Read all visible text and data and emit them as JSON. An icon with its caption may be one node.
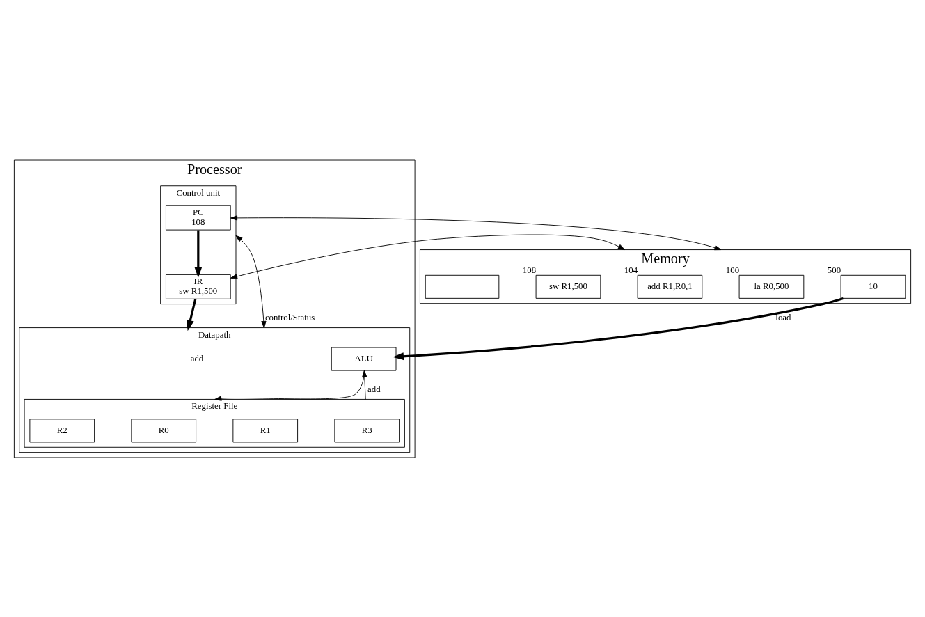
{
  "diagram": {
    "nodes": [
      {
        "text": [
          "Processor"
        ]
      },
      {
        "text": [
          "Control unit"
        ],
        "in": 0
      },
      {
        "text": [
          "PC",
          "108"
        ],
        "in": 1
      },
      {
        "text": [
          "IR",
          "sw R1,500"
        ],
        "in": 1
      },
      {
        "text": [
          "Datapath"
        ],
        "in": 0
      },
      {
        "text": [
          "ALU"
        ],
        "in": 4
      },
      {
        "text": [
          "Register File"
        ],
        "in": 4
      },
      {
        "text": [
          "R0"
        ],
        "in": 6
      },
      {
        "text": [
          "R1"
        ],
        "in": 6
      },
      {
        "text": [
          "R2"
        ],
        "in": 6
      },
      {
        "text": [
          "R3"
        ],
        "in": 6
      },
      {
        "text": [
          "Memory"
        ]
      },
      {
        "text": [
          "la R0,500"
        ],
        "beside": [
          "100"
        ],
        "in": 11
      },
      {
        "text": [
          "add R1,R0,1"
        ],
        "beside": [
          "104"
        ],
        "in": 11
      },
      {
        "text": [
          "sw R1,500"
        ],
        "beside": [
          "108"
        ],
        "in": 11
      },
      {
        "text": [
          "10"
        ],
        "beside": [
          "500"
        ],
        "in": 11
      },
      {
        "text": [],
        "shape": "box",
        "in": 11
      }
    ],
    "edges": [
      {
        "from": 2,
        "to": 3,
        "arrow": "to",
        "style": "thick"
      },
      {
        "from": 3,
        "to": 4,
        "label": "add",
        "arrow": "to",
        "style": "thick"
      },
      {
        "from": 1,
        "to": 4,
        "label": "control/Status",
        "arrow": "both"
      },
      {
        "from": 6,
        "to": 5,
        "label": "add",
        "arrow": "to"
      },
      {
        "from": 5,
        "to": 6,
        "arrow": "to"
      },
      {
        "from": 2,
        "to": 11,
        "arrow": "both"
      },
      {
        "from": 3,
        "to": 11,
        "arrow": "both"
      },
      {
        "from": 15,
        "to": 5,
        "label": "load",
        "arrow": "to",
        "style": "thick"
      }
    ]
  }
}
